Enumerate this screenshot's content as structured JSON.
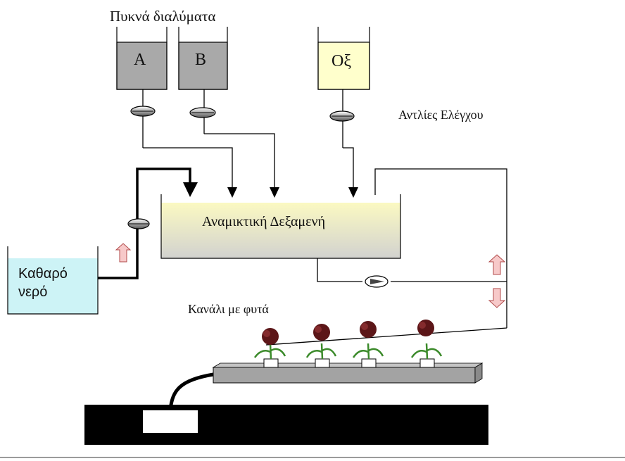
{
  "labels": {
    "concentrated_solutions": "Πυκνά διαλύματα",
    "tank_a": "A",
    "tank_b": "B",
    "tank_acid": "Οξ",
    "control_pumps": "Αντλίες Ελέγχου",
    "mixing_tank": "Αναμικτική Δεξαμενή",
    "clean_water_line1": "Καθαρό",
    "clean_water_line2": "νερό",
    "plant_channel": "Κανάλι με φυτά"
  },
  "colors": {
    "tank_gray": "#a9a9a9",
    "acid_yellow": "#ffffcc",
    "water_blue": "#cdf3f6",
    "mixing_top": "#fbf9c2",
    "mixing_bottom": "#d2d2cf",
    "arrow_pink": "#f7c9c9",
    "channel_gray": "#a3a3a3",
    "rose_red": "#5c1618",
    "stem_green": "#3b8a2a"
  }
}
